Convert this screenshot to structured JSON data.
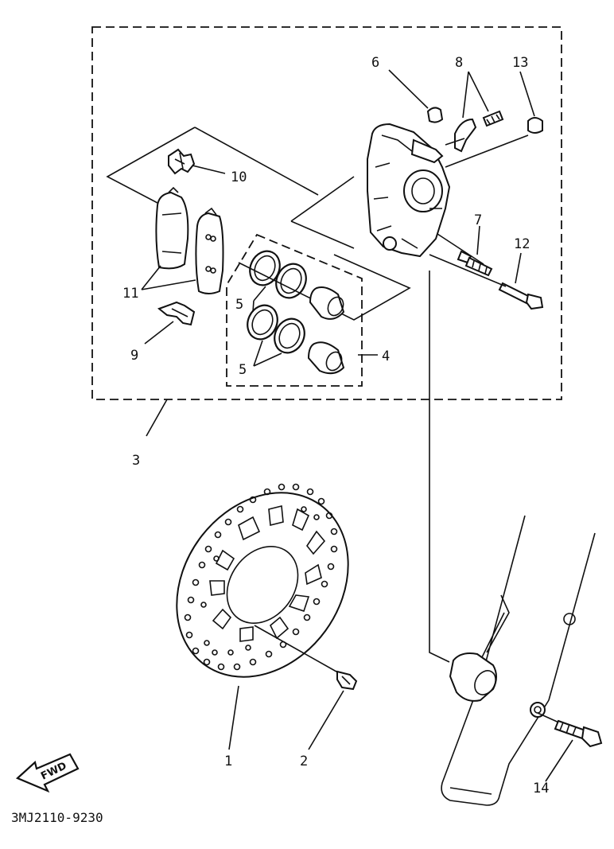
{
  "callouts": {
    "c1": "1",
    "c2": "2",
    "c3": "3",
    "c4": "4",
    "c5a": "5",
    "c5b": "5",
    "c6": "6",
    "c7": "7",
    "c8": "8",
    "c9": "9",
    "c10": "10",
    "c11": "11",
    "c12": "12",
    "c13": "13",
    "c14": "14"
  },
  "fwd_label": "FWD",
  "diagram_code": "3MJ2110-9230"
}
